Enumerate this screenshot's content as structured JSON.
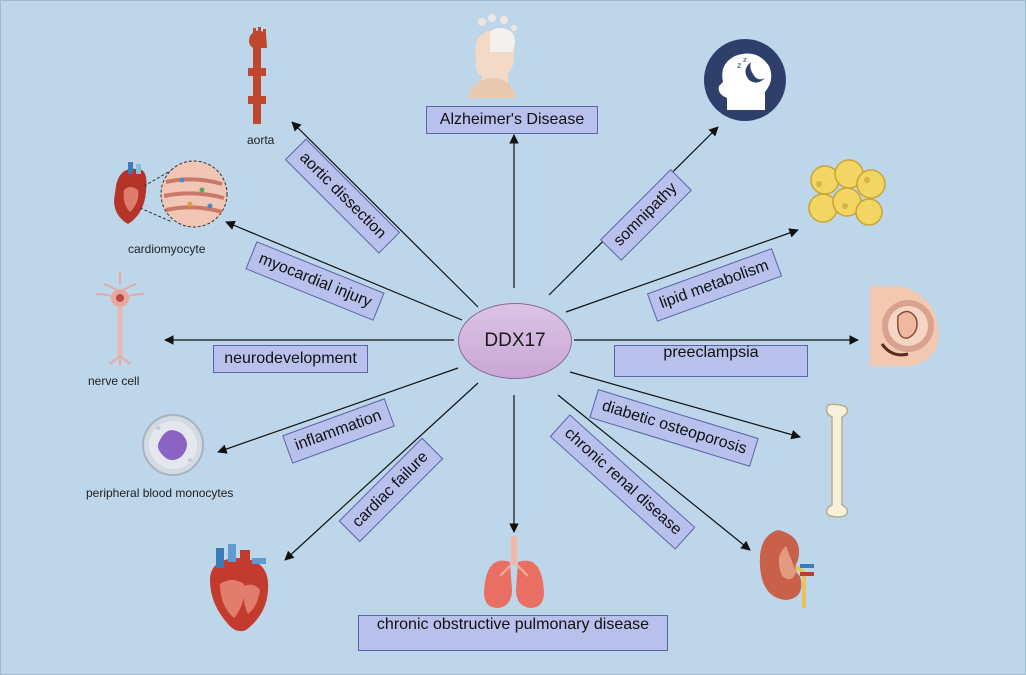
{
  "center": "DDX17",
  "edges": {
    "aortic_dissection": "aortic dissection",
    "myocardial_injury": "myocardial injury",
    "neurodevelopment": "neurodevelopment",
    "inflammation": "inflammation",
    "cardiac_failure": "cardiac failure",
    "alzheimers": "Alzheimer's Disease",
    "somnipathy": "somnipathy",
    "lipid_metabolism": "lipid metabolism",
    "preeclampsia": "preeclampsia",
    "diabetic_osteoporosis": "diabetic osteoporosis",
    "chronic_renal": "chronic renal disease",
    "copd": "chronic obstructive pulmonary disease"
  },
  "captions": {
    "aorta": "aorta",
    "cardiomyocyte": "cardiomyocyte",
    "nerve_cell": "nerve cell",
    "monocytes": "peripheral blood monocytes"
  },
  "icons": [
    "aorta-icon",
    "cardiomyocyte-icon",
    "nerve-cell-icon",
    "monocyte-icon",
    "heart-icon",
    "brain-head-icon",
    "sleep-head-icon",
    "fat-cells-icon",
    "pregnancy-icon",
    "bone-icon",
    "kidney-icon",
    "lungs-icon"
  ]
}
